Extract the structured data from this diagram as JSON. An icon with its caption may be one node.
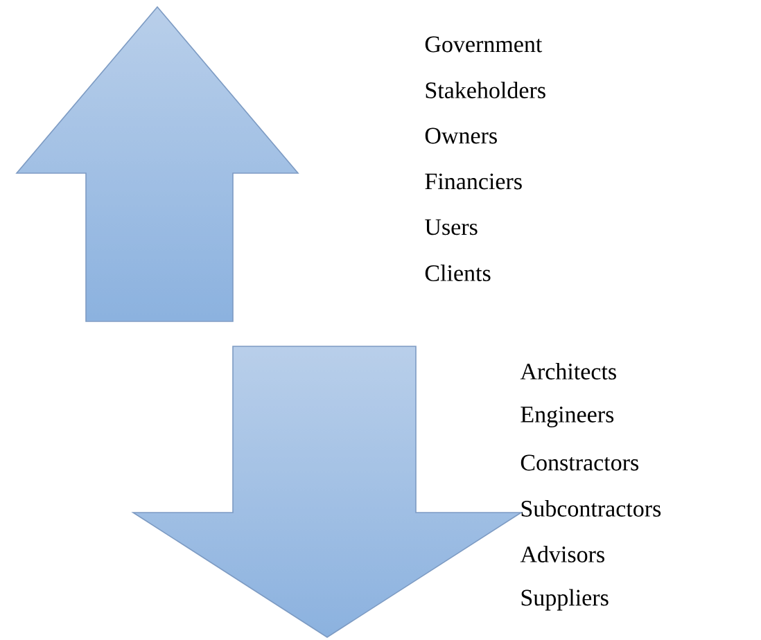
{
  "diagram": {
    "nodes": [
      {
        "text": [],
        "shape": "arrow",
        "beside": [
          "Government",
          "Stakeholders",
          "Owners",
          "Financiers",
          "Users",
          "Clients"
        ]
      },
      {
        "text": [],
        "shape": "arrow",
        "beside": [
          "Architects",
          "Engineers",
          "Constractors",
          "Subcontractors",
          "Advisors",
          "Suppliers"
        ]
      }
    ]
  }
}
